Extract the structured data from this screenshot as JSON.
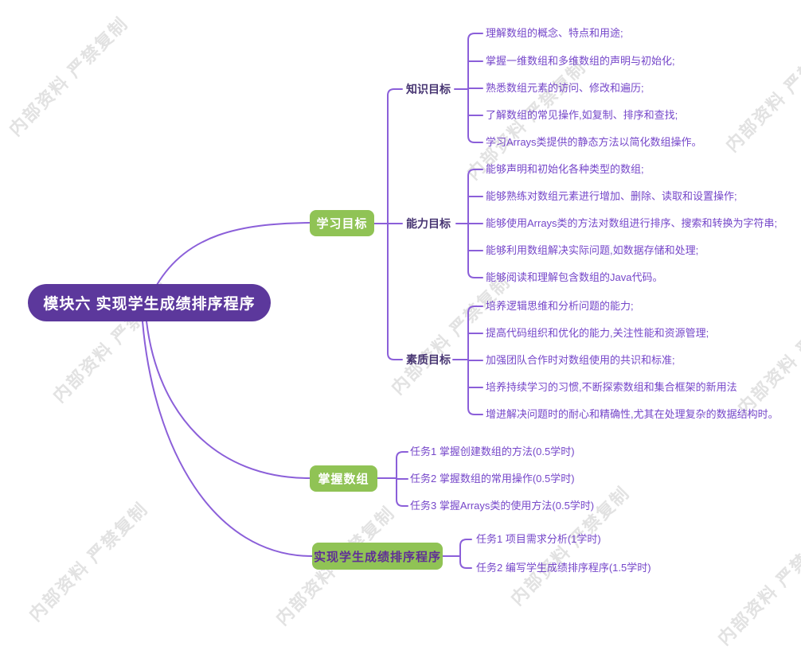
{
  "watermark": {
    "text": "内部资料 严禁复制"
  },
  "colors": {
    "root_fill": "#5c389c",
    "branch_fill": "#90c355",
    "connector_line": "#8b5fd9",
    "leaf_text": "#7546c9",
    "sublabel_text": "#473572",
    "impl_node_text": "#5f2e96",
    "watermark_text": "#e2e2e2"
  },
  "root": {
    "label": "模块六 实现学生成绩排序程序"
  },
  "learning": {
    "label": "学习目标",
    "groups": [
      {
        "label": "知识目标",
        "items": [
          "理解数组的概念、特点和用途;",
          "掌握一维数组和多维数组的声明与初始化;",
          "熟悉数组元素的访问、修改和遍历;",
          "了解数组的常见操作,如复制、排序和查找;",
          "学习Arrays类提供的静态方法以简化数组操作。"
        ]
      },
      {
        "label": "能力目标",
        "items": [
          "能够声明和初始化各种类型的数组;",
          "能够熟练对数组元素进行增加、删除、读取和设置操作;",
          "能够使用Arrays类的方法对数组进行排序、搜索和转换为字符串;",
          "能够利用数组解决实际问题,如数据存储和处理;",
          "能够阅读和理解包含数组的Java代码。"
        ]
      },
      {
        "label": "素质目标",
        "items": [
          "培养逻辑思维和分析问题的能力;",
          "提高代码组织和优化的能力,关注性能和资源管理;",
          "加强团队合作时对数组使用的共识和标准;",
          "培养持续学习的习惯,不断探索数组和集合框架的新用法",
          "增进解决问题时的耐心和精确性,尤其在处理复杂的数据结构时。"
        ]
      }
    ]
  },
  "master_array": {
    "label": "掌握数组",
    "items": [
      "任务1 掌握创建数组的方法(0.5学时)",
      "任务2 掌握数组的常用操作(0.5学时)",
      "任务3 掌握Arrays类的使用方法(0.5学时)"
    ]
  },
  "implement": {
    "label": "实现学生成绩排序程序",
    "items": [
      "任务1 项目需求分析(1学时)",
      "任务2 编写学生成绩排序程序(1.5学时)"
    ]
  }
}
